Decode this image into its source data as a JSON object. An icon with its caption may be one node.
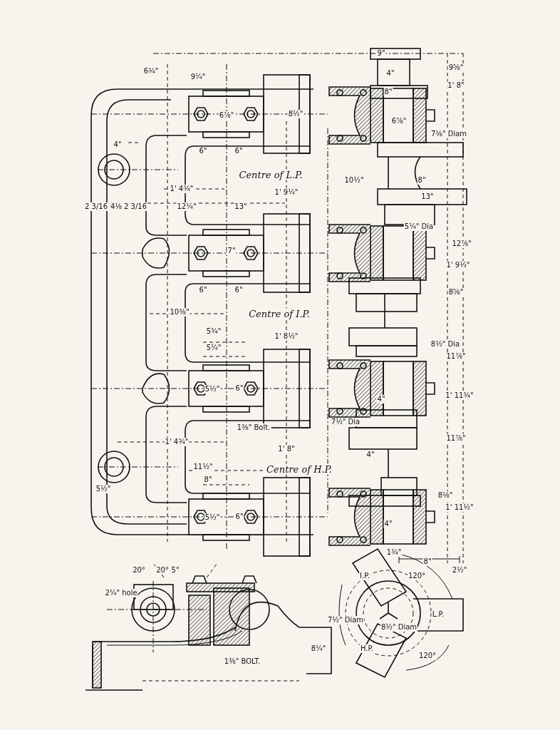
{
  "diagram": {
    "labels": [
      "6¾\"",
      "9¼\"",
      "Centre of L.P.",
      "1' 4¾\"",
      "2 3/16",
      "4⅛",
      "2 3/16",
      "12¼\"",
      "13\"",
      "1' 9¼\"",
      "6\"",
      "6\"",
      "6⅞\"",
      "4\"",
      "8½\"",
      "7\"",
      "6\"",
      "6\"",
      "10⅜\"",
      "Centre of I.P.",
      "1' 8½\"",
      "5¾\"",
      "5¼\"",
      "5½\"",
      "6\"",
      "1⅜\" Bolt.",
      "1' 4¾\"",
      "1' 8\"",
      "11½\"",
      "Centre of H.P.",
      "8\"",
      "5½\"",
      "5½\"",
      "6\"",
      "20°",
      "20°",
      "5\"",
      "2¼\" hole",
      "1⅜\" BOLT.",
      "8¼\"",
      "9\"",
      "4\"",
      "8\"",
      "6⅞\"",
      "10½\"",
      "8\"",
      "13\"",
      "9⅝\"",
      "1' 8\"",
      "7⅛\" Diam",
      "12⅞\"",
      "1' 9½\"",
      "5¼\" Dia",
      "8⅝\"",
      "8½\" Dia",
      "11⅞\"",
      "1' 11¾\"",
      "7½\" Dia",
      "11⅞\"",
      "8⅛\"",
      "1' 11½\"",
      "4\"",
      "4\"",
      "4\"",
      "1¾\"",
      "8\"",
      "2½\"",
      "120°",
      "120°",
      "I.P.",
      "L.P.",
      "H.P.",
      "8½\" Diam",
      "7½\" Diam"
    ]
  }
}
